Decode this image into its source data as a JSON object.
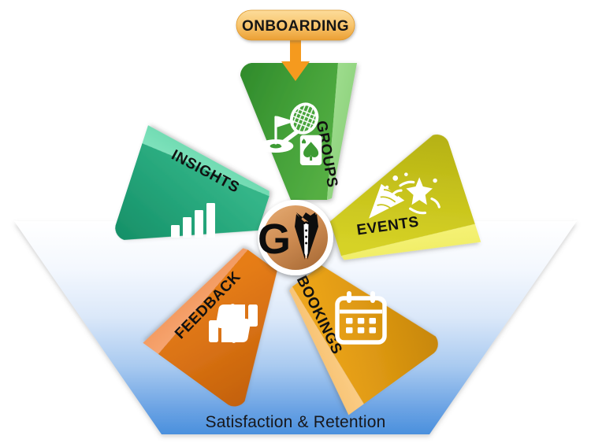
{
  "diagram": {
    "title_entry": "ONBOARDING",
    "footer_label": "Satisfaction & Retention",
    "center": {
      "logo_text": "GV",
      "icon_name": "tuxedo-bowtie-logo",
      "ring_color": "#ffffff",
      "fill_color": "#cd8b52"
    },
    "arrow": {
      "name": "onboarding-arrow",
      "color": "#f59a1e"
    },
    "entry_pill": {
      "fill_top": "#fbd385",
      "fill_bottom": "#eda23a",
      "text_color": "#141414"
    },
    "funnel": {
      "name": "satisfaction-funnel",
      "top_color": "#ffffff",
      "bottom_color": "#4a90dd"
    },
    "petals": [
      {
        "id": "groups",
        "label": "GROUPS",
        "icon": "golf-tennis-cards-icon",
        "color_dark": "#3d9b34",
        "color_mid": "#4faa3f",
        "color_light": "#8ed47c",
        "angle": -90
      },
      {
        "id": "events",
        "label": "EVENTS",
        "icon": "party-popper-icon",
        "color_dark": "#c0bc17",
        "color_mid": "#cfcb22",
        "color_light": "#f2ef63",
        "angle": -18
      },
      {
        "id": "bookings",
        "label": "BOOKINGS",
        "icon": "calendar-icon",
        "color_dark": "#d4900f",
        "color_mid": "#e39d13",
        "color_light": "#f7c273",
        "angle": 54
      },
      {
        "id": "feedback",
        "label": "FEEDBACK",
        "icon": "thumbs-up-down-icon",
        "color_dark": "#d0690d",
        "color_mid": "#de7512",
        "color_light": "#f3975a",
        "angle": 126
      },
      {
        "id": "insights",
        "label": "INSIGHTS",
        "icon": "bar-chart-icon",
        "color_dark": "#1e9d72",
        "color_mid": "#2bab7f",
        "color_light": "#6edcb2",
        "angle": 198
      }
    ]
  }
}
